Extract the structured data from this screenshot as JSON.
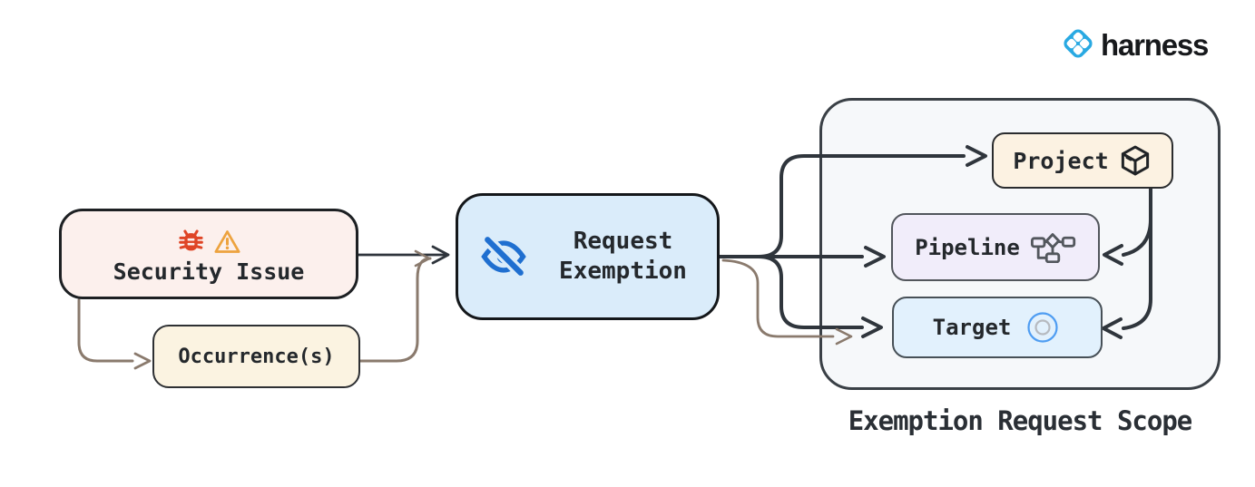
{
  "brand": {
    "name": "harness"
  },
  "nodes": {
    "security_issue": {
      "label": "Security Issue"
    },
    "occurrences": {
      "label": "Occurrence(s)"
    },
    "request_exemption": {
      "line1": "Request",
      "line2": "Exemption"
    },
    "project": {
      "label": "Project"
    },
    "pipeline": {
      "label": "Pipeline"
    },
    "target": {
      "label": "Target"
    }
  },
  "caption": "Exemption Request Scope",
  "edges": [
    {
      "from": "security_issue",
      "to": "request_exemption",
      "style": "dark"
    },
    {
      "from": "security_issue",
      "to": "occurrences",
      "style": "brown"
    },
    {
      "from": "occurrences",
      "to": "request_exemption",
      "style": "brown"
    },
    {
      "from": "request_exemption",
      "to": "project",
      "style": "dark"
    },
    {
      "from": "request_exemption",
      "to": "pipeline",
      "style": "dark"
    },
    {
      "from": "request_exemption",
      "to": "target",
      "style": "dark"
    },
    {
      "from": "request_exemption",
      "to": "target",
      "style": "brown"
    },
    {
      "from": "project",
      "to": "pipeline",
      "style": "dark"
    },
    {
      "from": "project",
      "to": "target",
      "style": "dark"
    }
  ],
  "icons": {
    "bug": "bug-icon",
    "warning": "warning-icon",
    "eye_off": "eye-off-icon",
    "package": "package-icon",
    "pipeline": "pipeline-icon",
    "target": "target-icon",
    "brand": "harness-logo-icon"
  },
  "colors": {
    "arrow_dark": "#2f353c",
    "arrow_brown": "#8a7a6d",
    "security_fill": "#fcf0ed",
    "occurrence_fill": "#fbf3e1",
    "request_fill": "#daecfa",
    "scope_fill": "#f6f8fa",
    "project_fill": "#fcf2e2",
    "pipeline_fill": "#f1edfa",
    "target_fill": "#e2f1fd",
    "icon_blue": "#1f6fd0",
    "bug_red": "#df4526",
    "warning_orange": "#eda33f",
    "brand_blue": "#29a9e2"
  }
}
